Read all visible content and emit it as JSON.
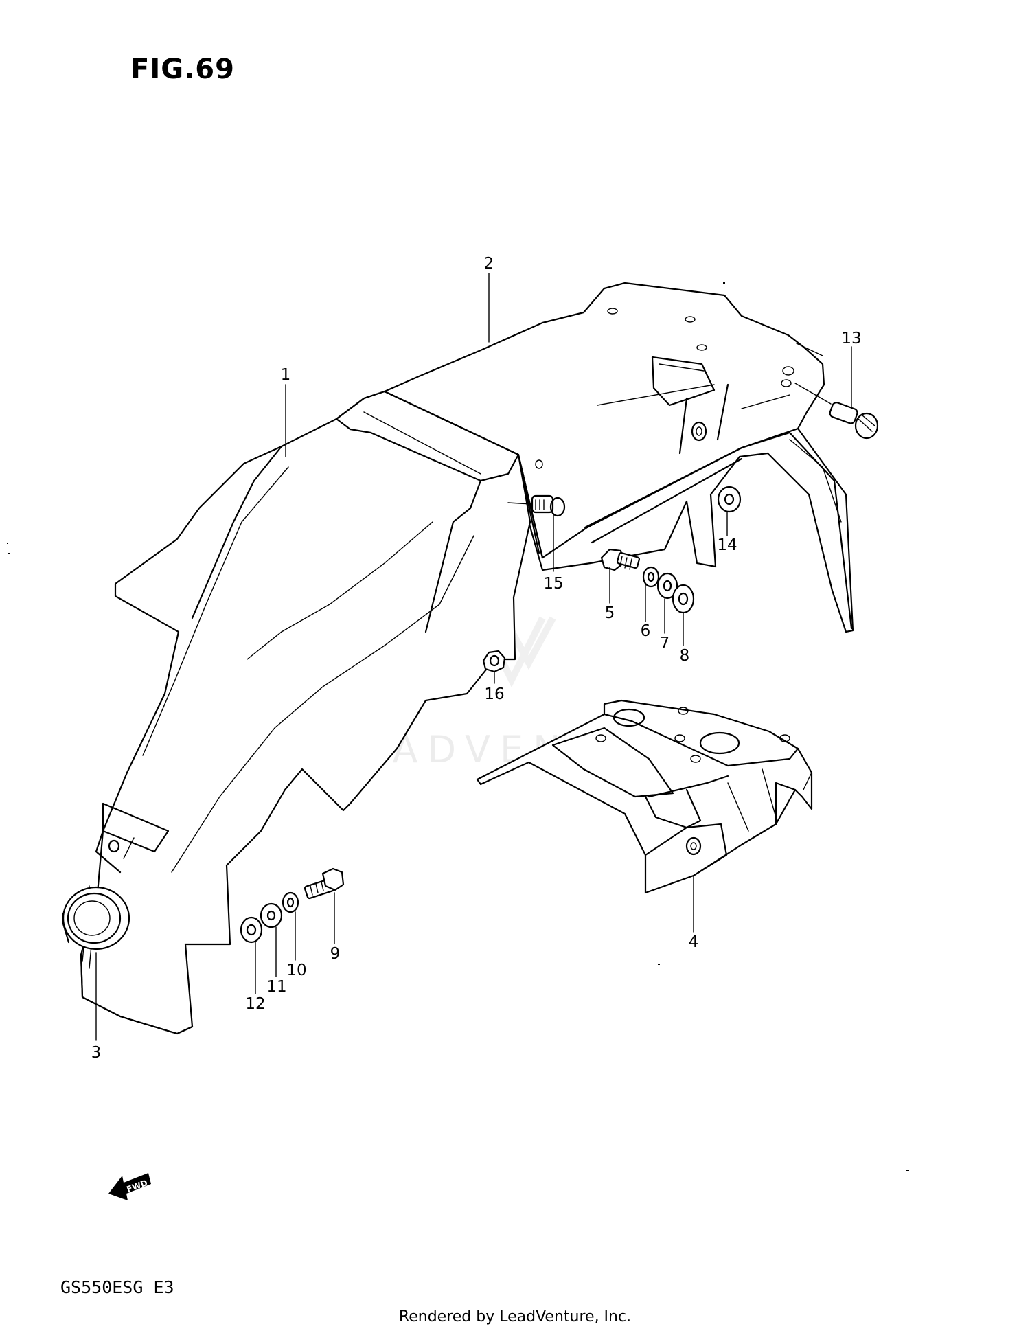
{
  "figure": {
    "title": "FIG.69"
  },
  "model_code": "GS550ESG E3",
  "footer_credit": "Rendered by LeadVenture, Inc.",
  "watermark_text": "LEADVENTURE",
  "direction_badge": "FWD",
  "callouts": [
    "1",
    "2",
    "3",
    "4",
    "5",
    "6",
    "7",
    "8",
    "9",
    "10",
    "11",
    "12",
    "13",
    "14",
    "15",
    "16"
  ]
}
